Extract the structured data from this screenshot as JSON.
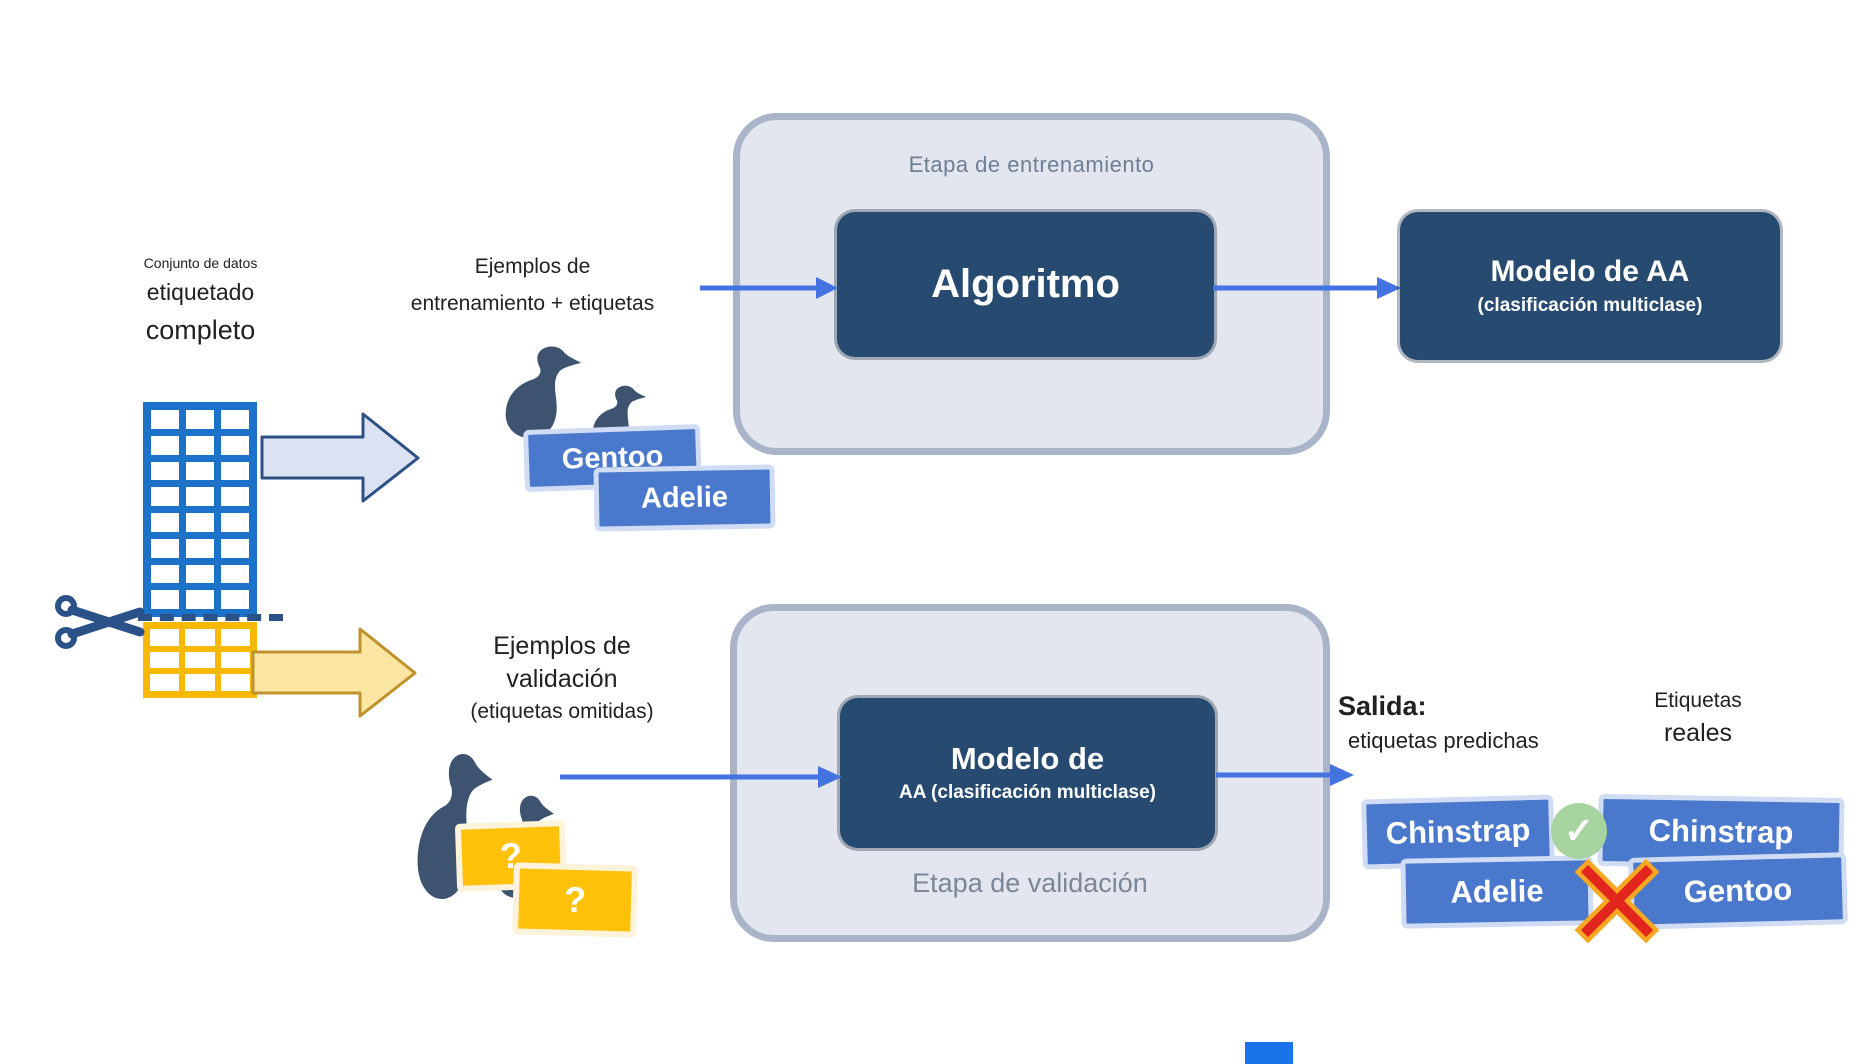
{
  "dataset_caption": {
    "line1": "Conjunto de datos",
    "line2": "etiquetado",
    "line3": "completo"
  },
  "training_branch": {
    "label_line1": "Ejemplos de",
    "label_line2": "entrenamiento + etiquetas",
    "tag1": "Gentoo",
    "tag2": "Adelie"
  },
  "validation_branch": {
    "label_line1": "Ejemplos de",
    "label_line2": "validación",
    "label_line3": "(etiquetas omitidas)",
    "tag1": "?",
    "tag2": "?"
  },
  "training_stage": {
    "title": "Etapa de entrenamiento",
    "algorithm_label": "Algoritmo"
  },
  "model_box": {
    "line1": "Modelo de AA",
    "line2": "(clasificación multiclase)"
  },
  "validation_stage": {
    "title": "Etapa de validación",
    "model_line1": "Modelo de",
    "model_line2": "AA (clasificación multiclase)"
  },
  "output": {
    "title": "Salida:",
    "subtitle": "etiquetas predichas",
    "actual_line1": "Etiquetas",
    "actual_line2": "reales",
    "check_glyph": "✓",
    "rows": [
      {
        "predicted": "Chinstrap",
        "actual": "Chinstrap",
        "match": true
      },
      {
        "predicted": "Adelie",
        "actual": "Gentoo",
        "match": false
      }
    ]
  },
  "colors": {
    "table_blue": "#1b72c8",
    "table_yellow": "#f6b800",
    "dark_box_navy": "#274b70",
    "stage_fill": "#e3e6ee",
    "stage_border": "#a9b4c8",
    "arrow_blue": "#4273e0",
    "tag_blue": "#4a78cc",
    "tag_yellow": "#ffc10a",
    "check_green": "#a7d3a0",
    "cross_red": "#e3261d",
    "penguin": "#3d5370"
  }
}
